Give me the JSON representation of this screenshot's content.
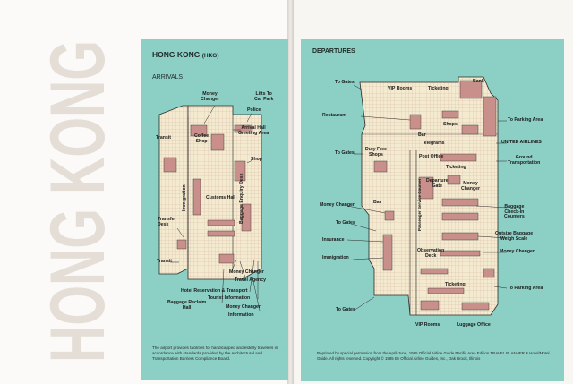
{
  "cover_title": "HONG KONG",
  "left": {
    "title": "HONG KONG",
    "code": "(HKG)",
    "section": "ARRIVALS",
    "labels": {
      "money_changer_top": "Money\nChanger",
      "lifts": "Lifts To\nCar Park",
      "police": "Police",
      "arrival_hall": "Arrival Hall\nGreeting Area",
      "coffee_shop": "Coffee\nShop",
      "transit_top": "Transit",
      "shop": "Shop",
      "immigration": "Immigration",
      "customs_hall": "Customs Hall",
      "baggage_enquiry": "Baggage Enquiry Desk",
      "transfer_desk": "Transfer\nDesk",
      "transit_bottom": "Transit",
      "money_changer_mid": "Money Changer",
      "travel_agency": "Travel Agency",
      "hotel_reservation": "Hotel Reservation & Transport",
      "tourist_information": "Tourist Information",
      "baggage_reclaim": "Baggage Reclaim\nHall",
      "money_changer_low": "Money Changer",
      "information": "Information"
    },
    "footnote": "The airport provides facilities for handicapped and elderly travelers in accordance with standards provided by the Architectural and Transportation Barriers Compliance Board."
  },
  "right": {
    "section": "DEPARTURES",
    "labels": {
      "to_gates_top": "To Gates",
      "vip_rooms_top": "VIP Rooms",
      "ticketing_top": "Ticketing",
      "bank": "Bank",
      "restaurant": "Restaurant",
      "shops": "Shops",
      "to_parking_top": "To Parking Area",
      "bar_top": "Bar",
      "telegrams": "Telegrams",
      "united_airlines": "UNITED AIRLINES",
      "to_gates_2": "To Gates",
      "duty_free": "Duty Free\nShops",
      "post_office": "Post Office",
      "ground_transportation": "Ground\nTransportation",
      "ticketing_mid": "Ticketing",
      "departure_gate": "Departure\nGate",
      "money_changer_r": "Money\nChanger",
      "money_changer_left": "Money Changer",
      "bar_mid": "Bar",
      "passenger_service": "Passenger Service Counter",
      "baggage_checkin": "Baggage\nCheck-In\nCounters",
      "to_gates_3": "To Gates",
      "insurance": "Insurance",
      "outsize_baggage": "Outsize Baggage\nWeigh Scale",
      "observation_deck": "Observation\nDeck",
      "immigration_r": "Immigration",
      "money_changer_right": "Money Changer",
      "ticketing_low": "Ticketing",
      "to_parking_low": "To Parking Area",
      "to_gates_bottom": "To Gates",
      "vip_rooms_low": "VIP Rooms",
      "luggage_office": "Luggage Office"
    },
    "footnote": "Reprinted by special permission from the April-June, 1985 Official Airline Guide Pacific Area Edition TRAVEL PLANNER & Hotel/Motel Guide. All rights reserved. Copyright © 1985 By Official Airline Guides, Inc., Oak Brook, Illinois"
  },
  "colors": {
    "panel": "#8ccfc4",
    "floor": "#f3ead0",
    "room": "#c98f8a",
    "grid": "#d7b7a4",
    "line": "#2b2b2b",
    "title": "#e5ded6"
  }
}
